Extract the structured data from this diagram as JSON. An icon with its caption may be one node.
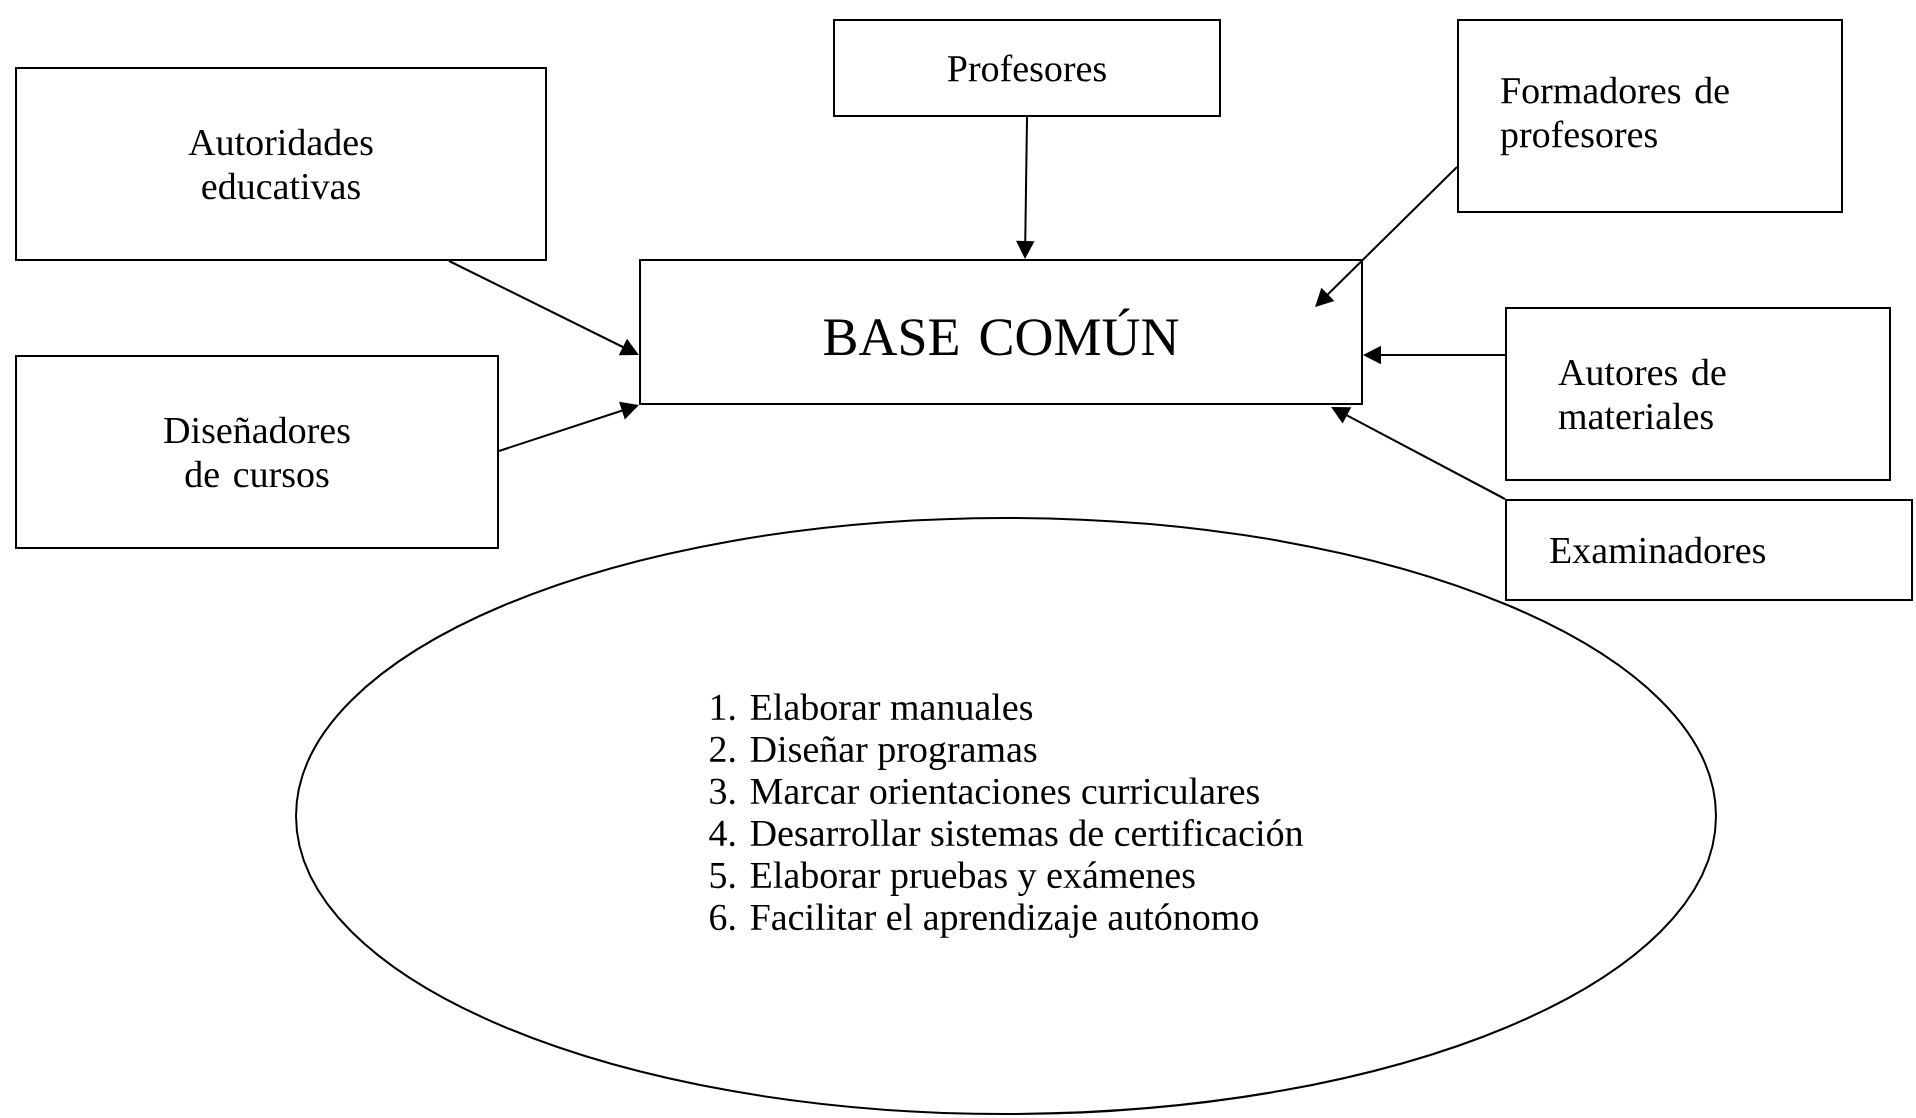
{
  "diagram": {
    "nodes": [
      {
        "text": [
          "Autoridades educativas"
        ]
      },
      {
        "text": [
          "Profesores"
        ]
      },
      {
        "text": [
          "Formadores de profesores"
        ]
      },
      {
        "text": [
          "BASE COMÚN"
        ]
      },
      {
        "text": [
          "Diseñadores de cursos"
        ]
      },
      {
        "text": [
          "Autores de materiales"
        ]
      },
      {
        "text": [
          "Examinadores"
        ]
      },
      {
        "text": [
          "1. Elaborar manuales",
          "2. Diseñar programas",
          "3. Marcar orientaciones curriculares",
          "4. Desarrollar sistemas de certificación",
          "5. Elaborar pruebas y exámenes",
          "6. Facilitar el aprendizaje autónomo"
        ]
      }
    ],
    "edges": [
      {
        "from": 0,
        "to": 3,
        "arrow": "to"
      },
      {
        "from": 4,
        "to": 3,
        "arrow": "to"
      },
      {
        "from": 1,
        "to": 3,
        "arrow": "to"
      },
      {
        "from": 2,
        "to": 3,
        "arrow": "to"
      },
      {
        "from": 5,
        "to": 3,
        "arrow": "to"
      },
      {
        "from": 6,
        "to": 3,
        "arrow": "to"
      }
    ]
  }
}
